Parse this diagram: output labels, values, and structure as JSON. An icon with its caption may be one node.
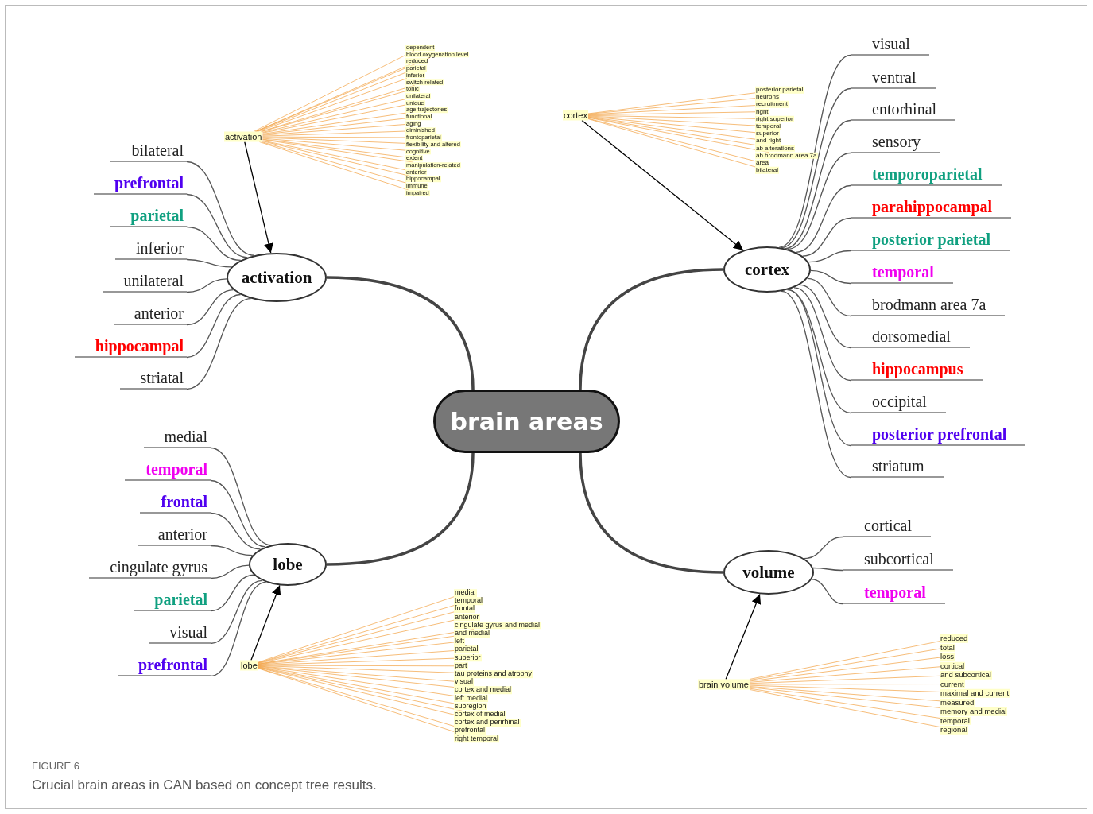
{
  "diagram": {
    "caption": "Crucial brain areas in CAN based on concept tree results.",
    "labels": [
      "FIGURE 6"
    ],
    "nodes": [
      {
        "text": [
          "brain areas"
        ]
      },
      {
        "text": [
          "activation"
        ]
      },
      {
        "text": [
          "cortex"
        ]
      },
      {
        "text": [
          "lobe"
        ]
      },
      {
        "text": [
          "volume"
        ]
      },
      {
        "text": [
          "bilateral"
        ]
      },
      {
        "text": [
          "prefrontal"
        ]
      },
      {
        "text": [
          "parietal"
        ]
      },
      {
        "text": [
          "inferior"
        ]
      },
      {
        "text": [
          "unilateral"
        ]
      },
      {
        "text": [
          "anterior"
        ]
      },
      {
        "text": [
          "hippocampal"
        ]
      },
      {
        "text": [
          "striatal"
        ]
      },
      {
        "text": [
          "visual"
        ]
      },
      {
        "text": [
          "ventral"
        ]
      },
      {
        "text": [
          "entorhinal"
        ]
      },
      {
        "text": [
          "sensory"
        ]
      },
      {
        "text": [
          "temporoparietal"
        ]
      },
      {
        "text": [
          "parahippocampal"
        ]
      },
      {
        "text": [
          "posterior parietal"
        ]
      },
      {
        "text": [
          "temporal"
        ]
      },
      {
        "text": [
          "brodmann area 7a"
        ]
      },
      {
        "text": [
          "dorsomedial"
        ]
      },
      {
        "text": [
          "hippocampus"
        ]
      },
      {
        "text": [
          "occipital"
        ]
      },
      {
        "text": [
          "posterior prefrontal"
        ]
      },
      {
        "text": [
          "striatum"
        ]
      },
      {
        "text": [
          "medial"
        ]
      },
      {
        "text": [
          "temporal"
        ]
      },
      {
        "text": [
          "frontal"
        ]
      },
      {
        "text": [
          "anterior"
        ]
      },
      {
        "text": [
          "cingulate gyrus"
        ]
      },
      {
        "text": [
          "parietal"
        ]
      },
      {
        "text": [
          "visual"
        ]
      },
      {
        "text": [
          "prefrontal"
        ]
      },
      {
        "text": [
          "cortical"
        ]
      },
      {
        "text": [
          "subcortical"
        ]
      },
      {
        "text": [
          "temporal"
        ]
      },
      {
        "text": [
          "activation"
        ]
      },
      {
        "text": [
          "dependent"
        ]
      },
      {
        "text": [
          "blood oxygenation level"
        ]
      },
      {
        "text": [
          "reduced"
        ]
      },
      {
        "text": [
          "parietal"
        ]
      },
      {
        "text": [
          "inferior"
        ]
      },
      {
        "text": [
          "switch-related"
        ]
      },
      {
        "text": [
          "tonic"
        ]
      },
      {
        "text": [
          "unilateral"
        ]
      },
      {
        "text": [
          "unique"
        ]
      },
      {
        "text": [
          "age trajectories"
        ]
      },
      {
        "text": [
          "functional"
        ]
      },
      {
        "text": [
          "aging"
        ]
      },
      {
        "text": [
          "diminished"
        ]
      },
      {
        "text": [
          "frontoparietal"
        ]
      },
      {
        "text": [
          "flexibility and altered"
        ]
      },
      {
        "text": [
          "cognitive"
        ]
      },
      {
        "text": [
          "extent"
        ]
      },
      {
        "text": [
          "manipulation-related"
        ]
      },
      {
        "text": [
          "anterior"
        ]
      },
      {
        "text": [
          "hippocampal"
        ]
      },
      {
        "text": [
          "immune"
        ]
      },
      {
        "text": [
          "impaired"
        ]
      },
      {
        "text": [
          "cortex"
        ]
      },
      {
        "text": [
          "posterior parietal"
        ]
      },
      {
        "text": [
          "neurons"
        ]
      },
      {
        "text": [
          "recruitment"
        ]
      },
      {
        "text": [
          "right"
        ]
      },
      {
        "text": [
          "right superior"
        ]
      },
      {
        "text": [
          "temporal"
        ]
      },
      {
        "text": [
          "superior"
        ]
      },
      {
        "text": [
          "and right"
        ]
      },
      {
        "text": [
          "ab alterations"
        ]
      },
      {
        "text": [
          "ab brodmann area 7a"
        ]
      },
      {
        "text": [
          "area"
        ]
      },
      {
        "text": [
          "bilateral"
        ]
      },
      {
        "text": [
          "lobe"
        ]
      },
      {
        "text": [
          "medial"
        ]
      },
      {
        "text": [
          "temporal"
        ]
      },
      {
        "text": [
          "frontal"
        ]
      },
      {
        "text": [
          "anterior"
        ]
      },
      {
        "text": [
          "cingulate gyrus and medial"
        ]
      },
      {
        "text": [
          "and medial"
        ]
      },
      {
        "text": [
          "left"
        ]
      },
      {
        "text": [
          "parietal"
        ]
      },
      {
        "text": [
          "superior"
        ]
      },
      {
        "text": [
          "part"
        ]
      },
      {
        "text": [
          "tau proteins and atrophy"
        ]
      },
      {
        "text": [
          "visual"
        ]
      },
      {
        "text": [
          "cortex and medial"
        ]
      },
      {
        "text": [
          "left medial"
        ]
      },
      {
        "text": [
          "subregion"
        ]
      },
      {
        "text": [
          "cortex of medial"
        ]
      },
      {
        "text": [
          "cortex and perirhinal"
        ]
      },
      {
        "text": [
          "prefrontal"
        ]
      },
      {
        "text": [
          "right temporal"
        ]
      },
      {
        "text": [
          "brain volume"
        ]
      },
      {
        "text": [
          "reduced"
        ]
      },
      {
        "text": [
          "total"
        ]
      },
      {
        "text": [
          "loss"
        ]
      },
      {
        "text": [
          "cortical"
        ]
      },
      {
        "text": [
          "and subcortical"
        ]
      },
      {
        "text": [
          "current"
        ]
      },
      {
        "text": [
          "maximal and current"
        ]
      },
      {
        "text": [
          "measured"
        ]
      },
      {
        "text": [
          "memory and medial"
        ]
      },
      {
        "text": [
          "temporal"
        ]
      },
      {
        "text": [
          "regional"
        ]
      }
    ],
    "edges": [
      {
        "from": 0,
        "to": 1,
        "arrow": "none",
        "style": "thick",
        "color": "#444444"
      },
      {
        "from": 0,
        "to": 2,
        "arrow": "none",
        "style": "thick",
        "color": "#444444"
      },
      {
        "from": 0,
        "to": 3,
        "arrow": "none",
        "style": "thick",
        "color": "#444444"
      },
      {
        "from": 0,
        "to": 4,
        "arrow": "none",
        "style": "thick",
        "color": "#444444"
      },
      {
        "from": 1,
        "to": 5,
        "arrow": "none",
        "color": "#555555"
      },
      {
        "from": 1,
        "to": 6,
        "arrow": "none",
        "color": "#555555"
      },
      {
        "from": 1,
        "to": 7,
        "arrow": "none",
        "color": "#555555"
      },
      {
        "from": 1,
        "to": 8,
        "arrow": "none",
        "color": "#555555"
      },
      {
        "from": 1,
        "to": 9,
        "arrow": "none",
        "color": "#555555"
      },
      {
        "from": 1,
        "to": 10,
        "arrow": "none",
        "color": "#555555"
      },
      {
        "from": 1,
        "to": 11,
        "arrow": "none",
        "color": "#555555"
      },
      {
        "from": 1,
        "to": 12,
        "arrow": "none",
        "color": "#555555"
      },
      {
        "from": 2,
        "to": 13,
        "arrow": "none",
        "color": "#555555"
      },
      {
        "from": 2,
        "to": 14,
        "arrow": "none",
        "color": "#555555"
      },
      {
        "from": 2,
        "to": 15,
        "arrow": "none",
        "color": "#555555"
      },
      {
        "from": 2,
        "to": 16,
        "arrow": "none",
        "color": "#555555"
      },
      {
        "from": 2,
        "to": 17,
        "arrow": "none",
        "color": "#555555"
      },
      {
        "from": 2,
        "to": 18,
        "arrow": "none",
        "color": "#555555"
      },
      {
        "from": 2,
        "to": 19,
        "arrow": "none",
        "color": "#555555"
      },
      {
        "from": 2,
        "to": 20,
        "arrow": "none",
        "color": "#555555"
      },
      {
        "from": 2,
        "to": 21,
        "arrow": "none",
        "color": "#555555"
      },
      {
        "from": 2,
        "to": 22,
        "arrow": "none",
        "color": "#555555"
      },
      {
        "from": 2,
        "to": 23,
        "arrow": "none",
        "color": "#555555"
      },
      {
        "from": 2,
        "to": 24,
        "arrow": "none",
        "color": "#555555"
      },
      {
        "from": 2,
        "to": 25,
        "arrow": "none",
        "color": "#555555"
      },
      {
        "from": 2,
        "to": 26,
        "arrow": "none",
        "color": "#555555"
      },
      {
        "from": 3,
        "to": 27,
        "arrow": "none",
        "color": "#555555"
      },
      {
        "from": 3,
        "to": 28,
        "arrow": "none",
        "color": "#555555"
      },
      {
        "from": 3,
        "to": 29,
        "arrow": "none",
        "color": "#555555"
      },
      {
        "from": 3,
        "to": 30,
        "arrow": "none",
        "color": "#555555"
      },
      {
        "from": 3,
        "to": 31,
        "arrow": "none",
        "color": "#555555"
      },
      {
        "from": 3,
        "to": 32,
        "arrow": "none",
        "color": "#555555"
      },
      {
        "from": 3,
        "to": 33,
        "arrow": "none",
        "color": "#555555"
      },
      {
        "from": 3,
        "to": 34,
        "arrow": "none",
        "color": "#555555"
      },
      {
        "from": 4,
        "to": 35,
        "arrow": "none",
        "color": "#555555"
      },
      {
        "from": 4,
        "to": 36,
        "arrow": "none",
        "color": "#555555"
      },
      {
        "from": 4,
        "to": 37,
        "arrow": "none",
        "color": "#555555"
      },
      {
        "from": 38,
        "to": 1,
        "arrow": "to",
        "color": "#000000"
      },
      {
        "from": 38,
        "to": 39,
        "arrow": "none"
      },
      {
        "from": 38,
        "to": 40,
        "arrow": "none"
      },
      {
        "from": 38,
        "to": 41,
        "arrow": "none"
      },
      {
        "from": 38,
        "to": 42,
        "arrow": "none"
      },
      {
        "from": 38,
        "to": 43,
        "arrow": "none"
      },
      {
        "from": 38,
        "to": 44,
        "arrow": "none"
      },
      {
        "from": 38,
        "to": 45,
        "arrow": "none"
      },
      {
        "from": 38,
        "to": 46,
        "arrow": "none"
      },
      {
        "from": 38,
        "to": 47,
        "arrow": "none"
      },
      {
        "from": 38,
        "to": 48,
        "arrow": "none"
      },
      {
        "from": 38,
        "to": 49,
        "arrow": "none"
      },
      {
        "from": 38,
        "to": 50,
        "arrow": "none"
      },
      {
        "from": 38,
        "to": 51,
        "arrow": "none"
      },
      {
        "from": 38,
        "to": 52,
        "arrow": "none"
      },
      {
        "from": 38,
        "to": 53,
        "arrow": "none"
      },
      {
        "from": 38,
        "to": 54,
        "arrow": "none"
      },
      {
        "from": 38,
        "to": 55,
        "arrow": "none"
      },
      {
        "from": 38,
        "to": 56,
        "arrow": "none"
      },
      {
        "from": 38,
        "to": 57,
        "arrow": "none"
      },
      {
        "from": 38,
        "to": 58,
        "arrow": "none"
      },
      {
        "from": 38,
        "to": 59,
        "arrow": "none"
      },
      {
        "from": 38,
        "to": 60,
        "arrow": "none"
      },
      {
        "from": 61,
        "to": 2,
        "arrow": "to",
        "color": "#000000"
      },
      {
        "from": 61,
        "to": 62,
        "arrow": "none"
      },
      {
        "from": 61,
        "to": 63,
        "arrow": "none"
      },
      {
        "from": 61,
        "to": 64,
        "arrow": "none"
      },
      {
        "from": 61,
        "to": 65,
        "arrow": "none"
      },
      {
        "from": 61,
        "to": 66,
        "arrow": "none"
      },
      {
        "from": 61,
        "to": 67,
        "arrow": "none"
      },
      {
        "from": 61,
        "to": 68,
        "arrow": "none"
      },
      {
        "from": 61,
        "to": 69,
        "arrow": "none"
      },
      {
        "from": 61,
        "to": 70,
        "arrow": "none"
      },
      {
        "from": 61,
        "to": 71,
        "arrow": "none"
      },
      {
        "from": 61,
        "to": 72,
        "arrow": "none"
      },
      {
        "from": 61,
        "to": 73,
        "arrow": "none"
      },
      {
        "from": 74,
        "to": 3,
        "arrow": "to",
        "color": "#000000"
      },
      {
        "from": 74,
        "to": 75,
        "arrow": "none"
      },
      {
        "from": 74,
        "to": 76,
        "arrow": "none"
      },
      {
        "from": 74,
        "to": 77,
        "arrow": "none"
      },
      {
        "from": 74,
        "to": 78,
        "arrow": "none"
      },
      {
        "from": 74,
        "to": 79,
        "arrow": "none"
      },
      {
        "from": 74,
        "to": 80,
        "arrow": "none"
      },
      {
        "from": 74,
        "to": 81,
        "arrow": "none"
      },
      {
        "from": 74,
        "to": 82,
        "arrow": "none"
      },
      {
        "from": 74,
        "to": 83,
        "arrow": "none"
      },
      {
        "from": 74,
        "to": 84,
        "arrow": "none"
      },
      {
        "from": 74,
        "to": 85,
        "arrow": "none"
      },
      {
        "from": 74,
        "to": 86,
        "arrow": "none"
      },
      {
        "from": 74,
        "to": 87,
        "arrow": "none"
      },
      {
        "from": 74,
        "to": 88,
        "arrow": "none"
      },
      {
        "from": 74,
        "to": 89,
        "arrow": "none"
      },
      {
        "from": 74,
        "to": 90,
        "arrow": "none"
      },
      {
        "from": 74,
        "to": 91,
        "arrow": "none"
      },
      {
        "from": 74,
        "to": 92,
        "arrow": "none"
      },
      {
        "from": 74,
        "to": 93,
        "arrow": "none"
      },
      {
        "from": 94,
        "to": 4,
        "arrow": "to",
        "color": "#000000"
      },
      {
        "from": 94,
        "to": 95,
        "arrow": "none"
      },
      {
        "from": 94,
        "to": 96,
        "arrow": "none"
      },
      {
        "from": 94,
        "to": 97,
        "arrow": "none"
      },
      {
        "from": 94,
        "to": 98,
        "arrow": "none"
      },
      {
        "from": 94,
        "to": 99,
        "arrow": "none"
      },
      {
        "from": 94,
        "to": 100,
        "arrow": "none"
      },
      {
        "from": 94,
        "to": 101,
        "arrow": "none"
      },
      {
        "from": 94,
        "to": 102,
        "arrow": "none"
      },
      {
        "from": 94,
        "to": 103,
        "arrow": "none"
      },
      {
        "from": 94,
        "to": 104,
        "arrow": "none"
      },
      {
        "from": 94,
        "to": 105,
        "arrow": "none"
      }
    ]
  }
}
